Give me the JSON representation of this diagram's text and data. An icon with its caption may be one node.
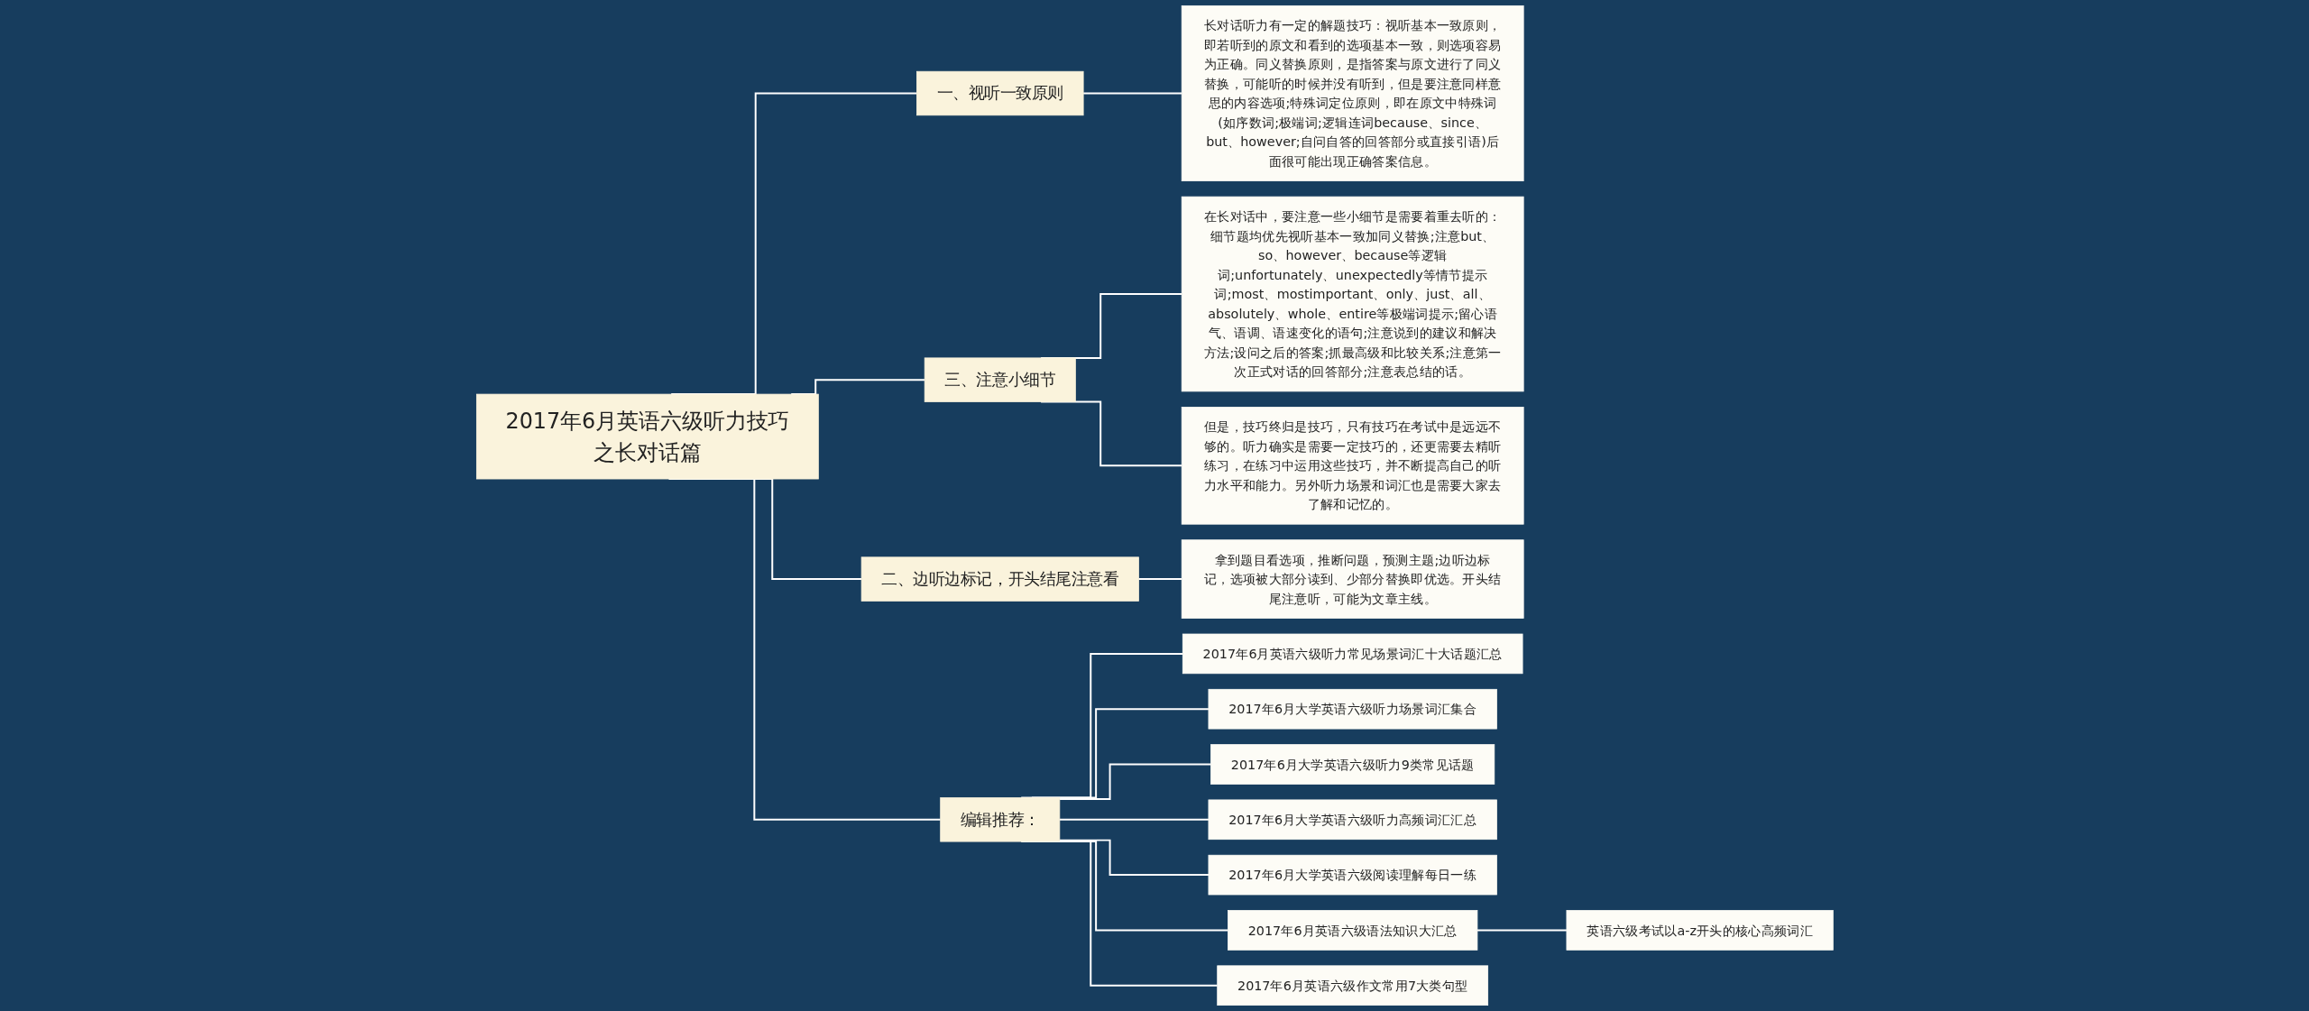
{
  "diagram": {
    "nodes": [
      {
        "text": [
          "2017年6月英语六级听力技巧之长对话篇"
        ]
      },
      {
        "text": [
          "一、视听一致原则"
        ]
      },
      {
        "text": [
          "长对话听力有一定的解题技巧：视听基本一致原则，即若听到的原文和看到的选项基本一致，则选项容易为正确。同义替换原则，是指答案与原文进行了同义替换，可能听的时候并没有听到，但是要注意同样意思的内容选项;特殊词定位原则，即在原文中特殊词(如序数词;极端词;逻辑连词because、since、but、however;自问自答的回答部分或直接引语)后面很可能出现正确答案信息。"
        ]
      },
      {
        "text": [
          "三、注意小细节"
        ]
      },
      {
        "text": [
          "在长对话中，要注意一些小细节是需要着重去听的：细节题均优先视听基本一致加同义替换;注意but、so、however、because等逻辑词;unfortunately、unexpectedly等情节提示词;most、mostimportant、only、just、all、absolutely、whole、entire等极端词提示;留心语气、语调、语速变化的语句;注意说到的建议和解决方法;设问之后的答案;抓最高级和比较关系;注意第一次正式对话的回答部分;注意表总结的话。"
        ]
      },
      {
        "text": [
          "但是，技巧终归是技巧，只有技巧在考试中是远远不够的。听力确实是需要一定技巧的，还更需要去精听练习，在练习中运用这些技巧，并不断提高自己的听力水平和能力。另外听力场景和词汇也是需要大家去了解和记忆的。"
        ]
      },
      {
        "text": [
          "二、边听边标记，开头结尾注意看"
        ]
      },
      {
        "text": [
          "拿到题目看选项，推断问题，预测主题;边听边标记，选项被大部分读到、少部分替换即优选。开头结尾注意听，可能为文章主线。"
        ]
      },
      {
        "text": [
          "编辑推荐："
        ]
      },
      {
        "text": [
          "2017年6月英语六级听力常见场景词汇十大话题汇总"
        ]
      },
      {
        "text": [
          "2017年6月大学英语六级听力场景词汇集合"
        ]
      },
      {
        "text": [
          "2017年6月大学英语六级听力9类常见话题"
        ]
      },
      {
        "text": [
          "2017年6月大学英语六级听力高频词汇汇总"
        ]
      },
      {
        "text": [
          "2017年6月大学英语六级阅读理解每日一练"
        ]
      },
      {
        "text": [
          "2017年6月英语六级语法知识大汇总"
        ]
      },
      {
        "text": [
          "2017年6月英语六级作文常用7大类句型"
        ]
      },
      {
        "text": [
          "英语六级考试以a-z开头的核心高频词汇"
        ]
      }
    ],
    "edges": [
      {
        "from": 0,
        "to": 1,
        "arrow": "none"
      },
      {
        "from": 1,
        "to": 2,
        "arrow": "none"
      },
      {
        "from": 0,
        "to": 3,
        "arrow": "none"
      },
      {
        "from": 3,
        "to": 4,
        "arrow": "none"
      },
      {
        "from": 3,
        "to": 5,
        "arrow": "none"
      },
      {
        "from": 0,
        "to": 6,
        "arrow": "none"
      },
      {
        "from": 6,
        "to": 7,
        "arrow": "none"
      },
      {
        "from": 0,
        "to": 8,
        "arrow": "none"
      },
      {
        "from": 8,
        "to": 9,
        "arrow": "none"
      },
      {
        "from": 8,
        "to": 10,
        "arrow": "none"
      },
      {
        "from": 8,
        "to": 11,
        "arrow": "none"
      },
      {
        "from": 8,
        "to": 12,
        "arrow": "none"
      },
      {
        "from": 8,
        "to": 13,
        "arrow": "none"
      },
      {
        "from": 8,
        "to": 14,
        "arrow": "none"
      },
      {
        "from": 8,
        "to": 15,
        "arrow": "none"
      },
      {
        "from": 14,
        "to": 16,
        "arrow": "none"
      }
    ]
  }
}
